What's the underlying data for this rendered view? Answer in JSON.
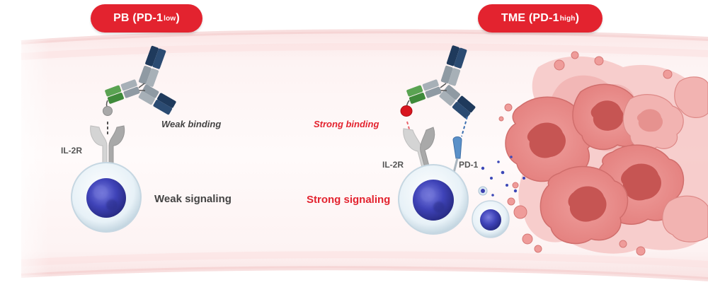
{
  "left_panel": {
    "header_main": "PB (PD-1",
    "header_sup": "low",
    "header_close": ")",
    "receptor_label": "IL-2R",
    "binding_label": "Weak binding",
    "signaling_label": "Weak signaling"
  },
  "right_panel": {
    "header_main": "TME (PD-1",
    "header_sup": "high",
    "header_close": ")",
    "receptor_label": "IL-2R",
    "pd1_label": "PD-1",
    "binding_label": "Strong binding",
    "signaling_label": "Strong signaling"
  },
  "colors": {
    "header_pill": "#e3232f",
    "strong_text": "#e3232f",
    "weak_text": "#444444",
    "antibody_navy": "#1f3a5c",
    "antibody_green": "#3f8a3a",
    "antibody_gray": "#8f9aa3",
    "cytokine_strong": "#d9141e",
    "cytokine_weak": "#a9a9a9",
    "pd1_receptor": "#5a90c8",
    "nucleus": "#3d3fb0",
    "tumor": "#e48a88"
  }
}
